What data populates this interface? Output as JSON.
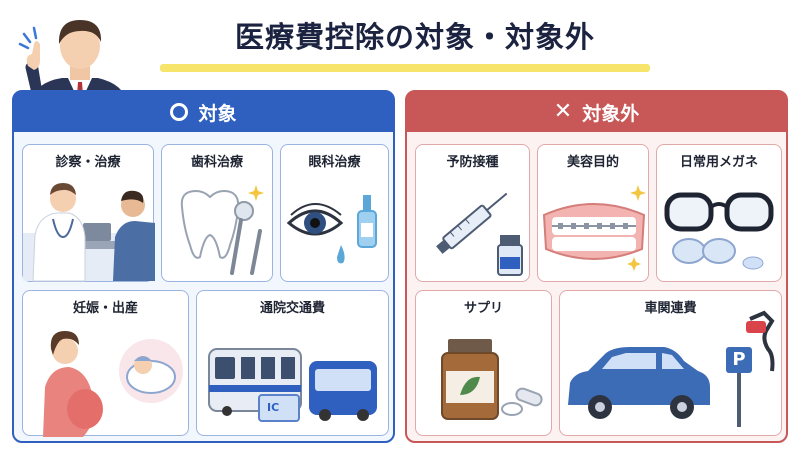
{
  "title": "医療費控除の対象・対象外",
  "sections": {
    "covered": {
      "heading": "対象",
      "items": [
        {
          "label": "診察・治療",
          "icon": "doctor-consultation-icon"
        },
        {
          "label": "歯科治療",
          "icon": "tooth-icon"
        },
        {
          "label": "眼科治療",
          "icon": "eye-drops-icon"
        },
        {
          "label": "妊娠・出産",
          "icon": "pregnancy-baby-icon"
        },
        {
          "label": "通院交通費",
          "icon": "train-bus-icon"
        }
      ]
    },
    "not_covered": {
      "heading": "対象外",
      "items": [
        {
          "label": "予防接種",
          "icon": "vaccine-syringe-icon"
        },
        {
          "label": "美容目的",
          "icon": "braces-teeth-icon"
        },
        {
          "label": "日常用メガネ",
          "icon": "glasses-contacts-icon"
        },
        {
          "label": "サプリ",
          "icon": "supplement-bottle-icon"
        },
        {
          "label": "車関連費",
          "icon": "car-parking-fuel-icon"
        }
      ]
    }
  },
  "badges": {
    "ic_card": "IC",
    "parking": "P"
  },
  "colors": {
    "covered": "#2f5fbf",
    "not_covered": "#c85757",
    "title_highlight": "#f6e56a"
  }
}
